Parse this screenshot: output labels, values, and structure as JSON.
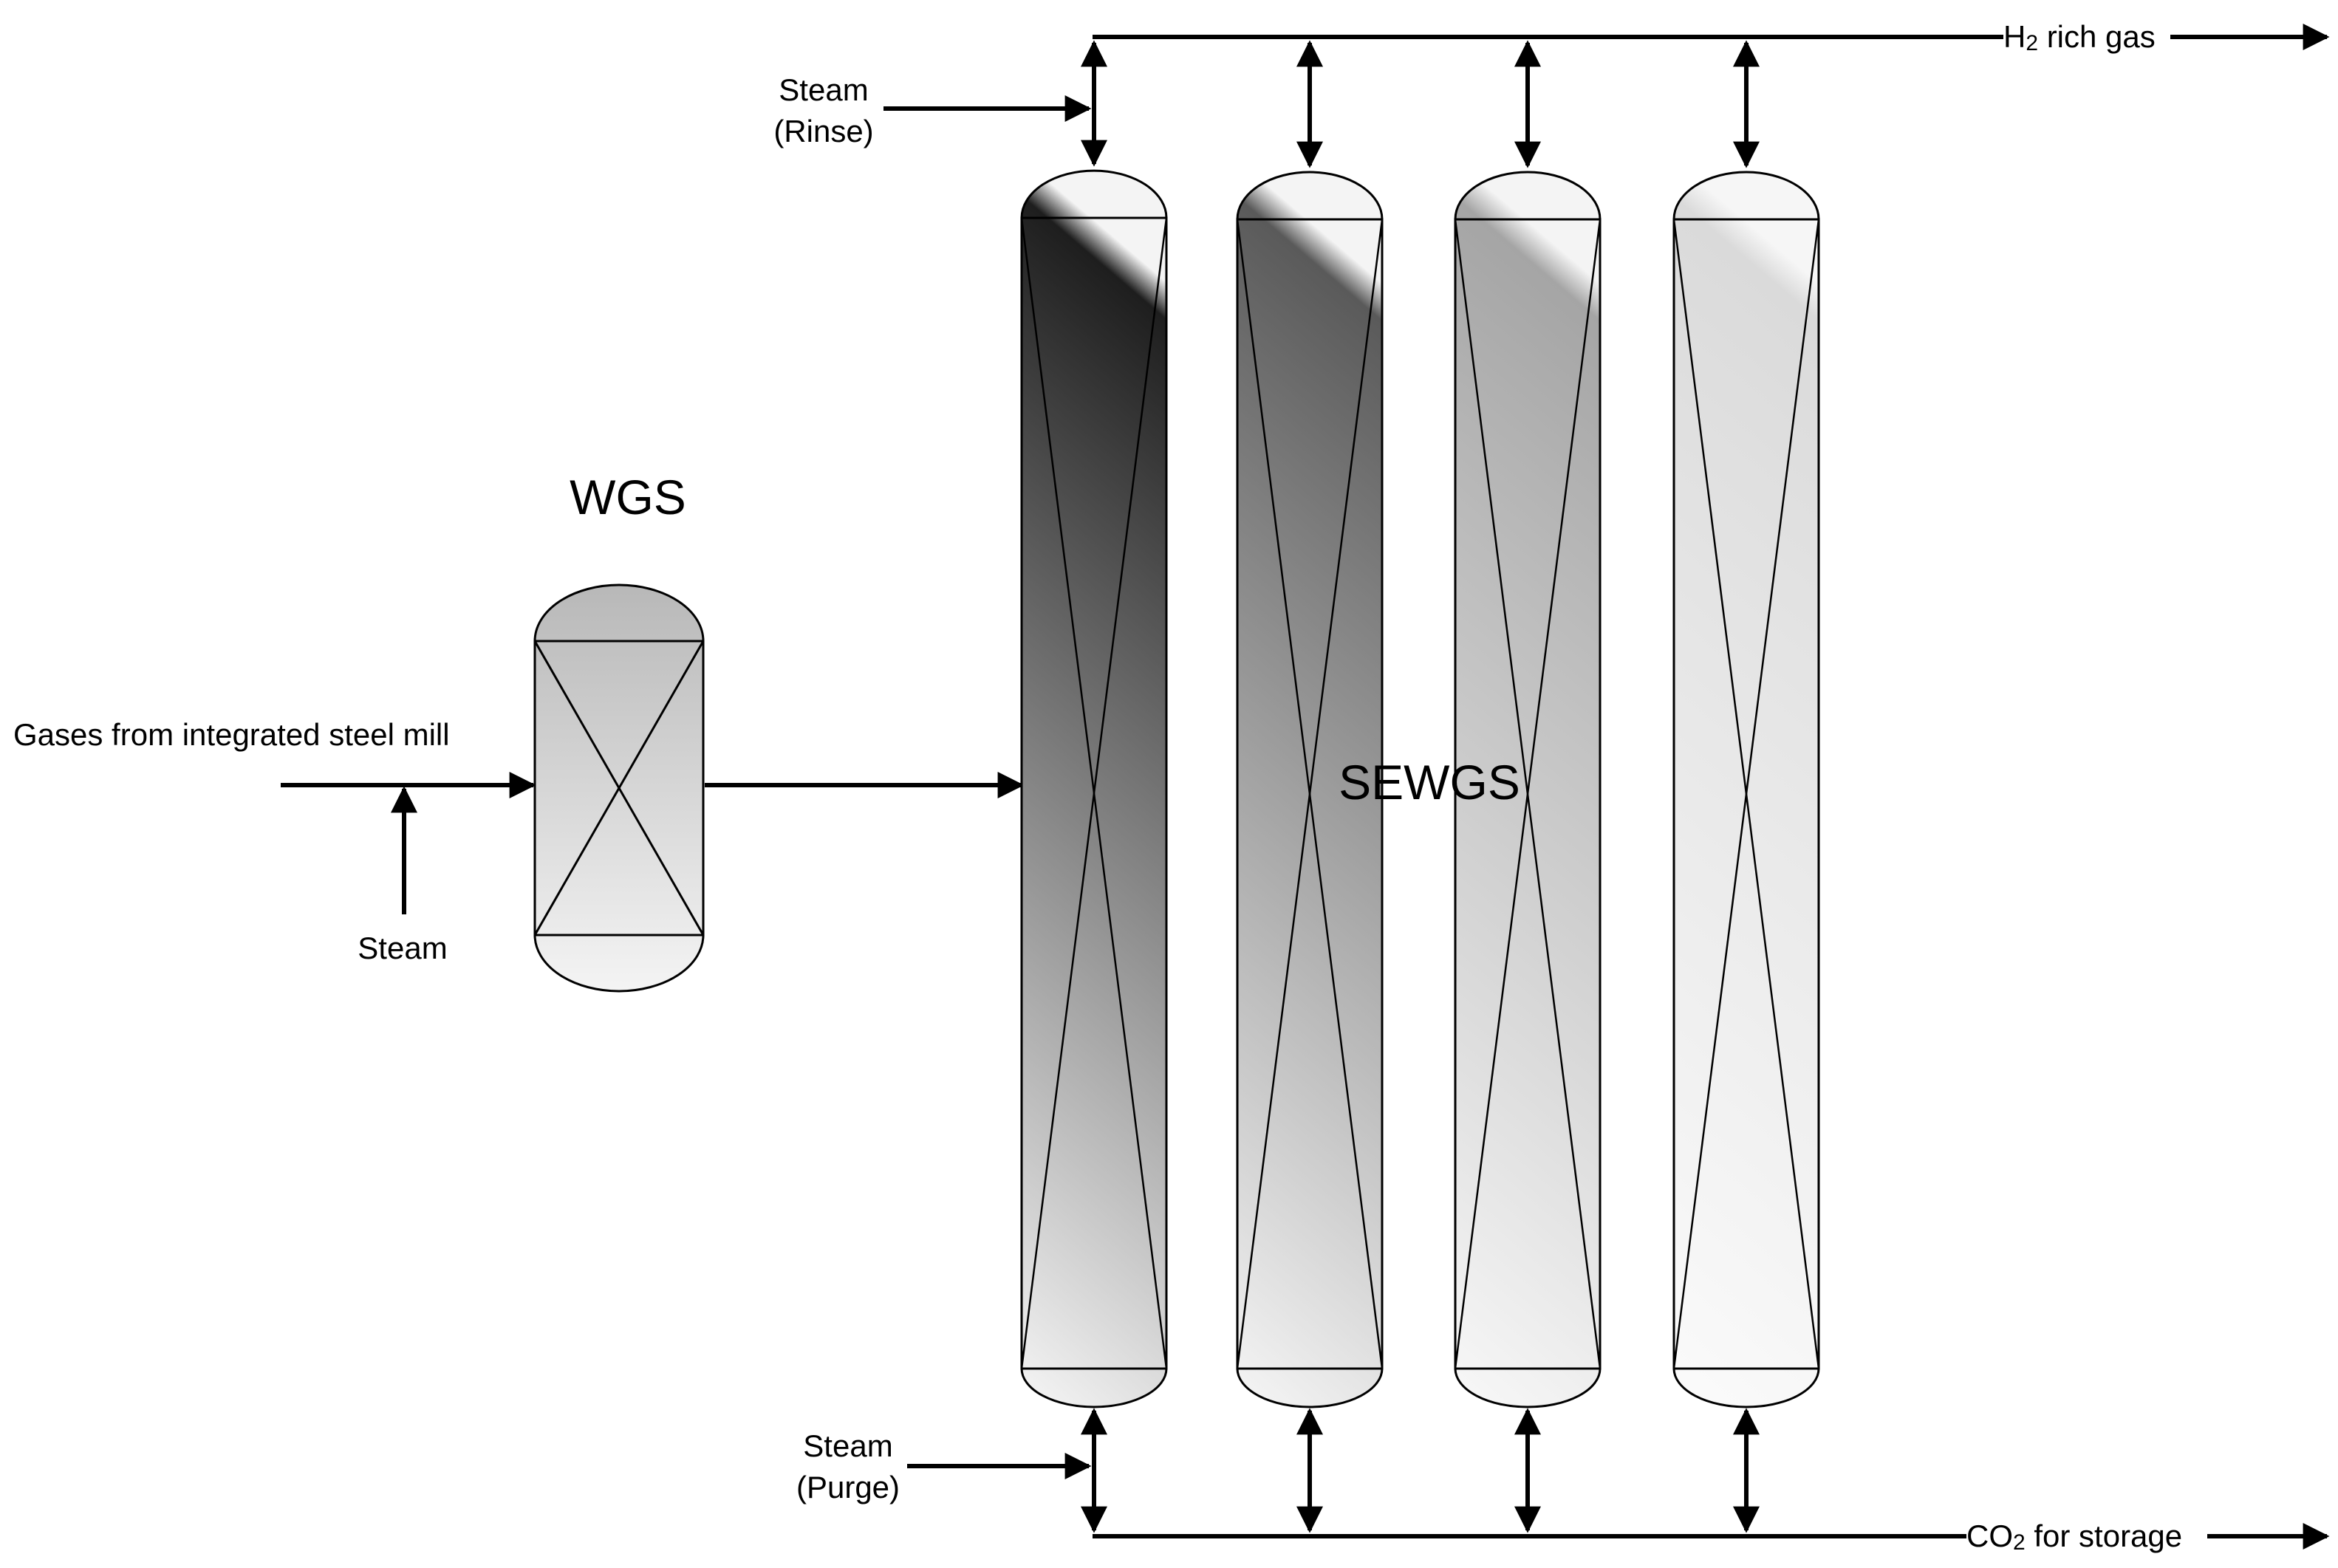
{
  "labels": {
    "wgs": "WGS",
    "sewgs": "SEWGS",
    "feed": "Gases from integrated steel mill",
    "feed_steam": "Steam",
    "rinse_l1": "Steam",
    "rinse_l2": "(Rinse)",
    "purge_l1": "Steam",
    "purge_l2": "(Purge)",
    "h2_main": "H",
    "h2_sub": "2",
    "h2_rest": " rich gas",
    "co2_main": "CO",
    "co2_sub": "2",
    "co2_rest": " for storage"
  },
  "columns": [
    {
      "name": "sewgs-column-1",
      "shade": "#3a3a3a"
    },
    {
      "name": "sewgs-column-2",
      "shade": "#6e6e6e"
    },
    {
      "name": "sewgs-column-3",
      "shade": "#b5b5b5"
    },
    {
      "name": "sewgs-column-4",
      "shade": "#dcdcdc"
    }
  ]
}
